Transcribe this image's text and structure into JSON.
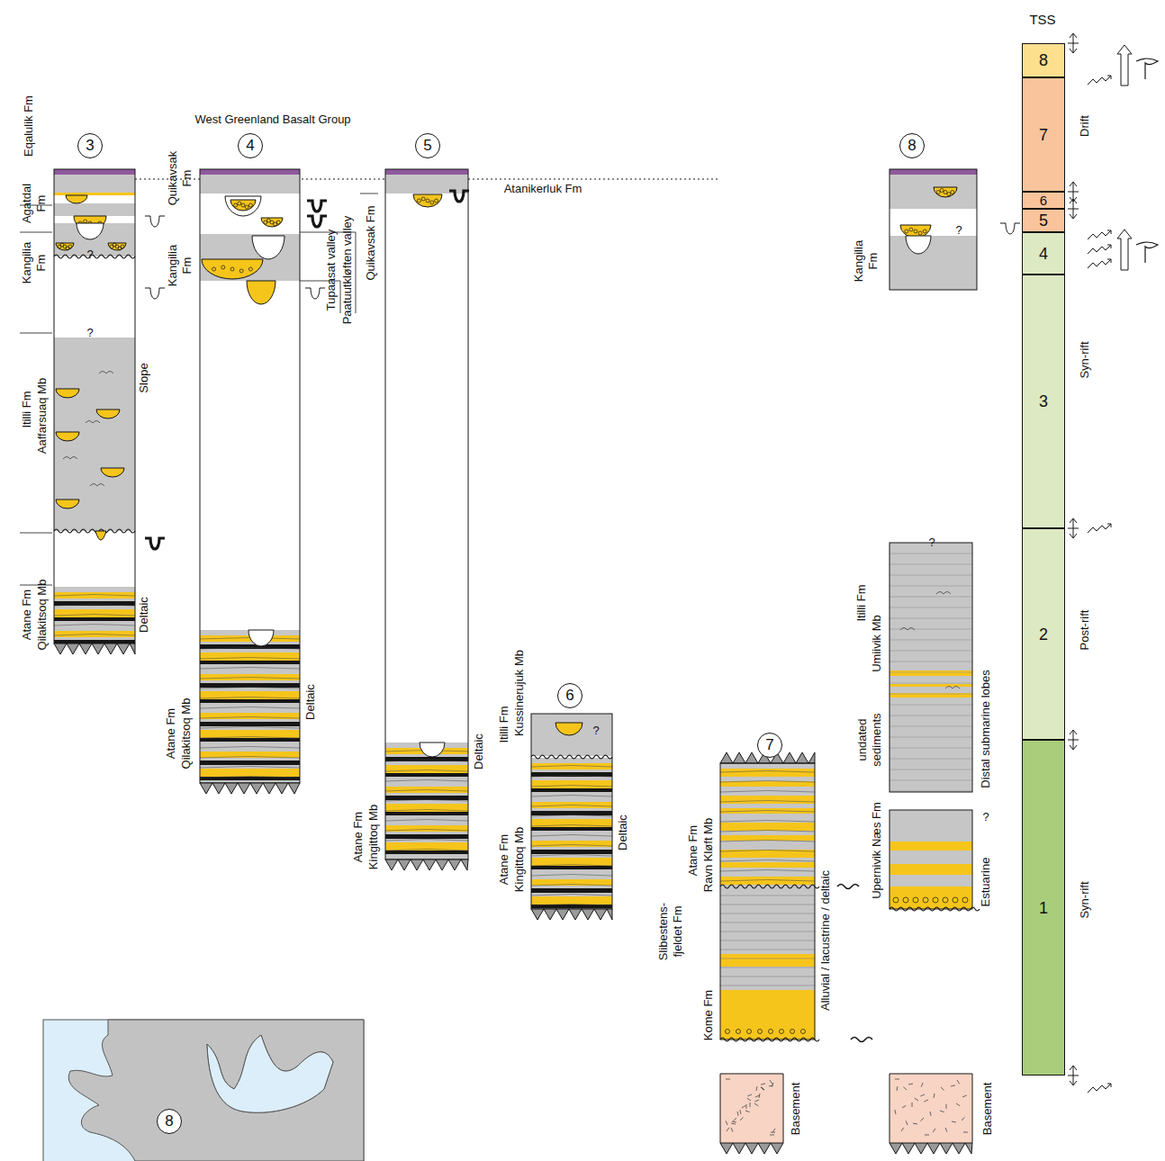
{
  "diagram": {
    "nodes": [
      {
        "text": [
          "3"
        ]
      },
      {
        "text": [
          "4"
        ]
      },
      {
        "text": [
          "5"
        ]
      },
      {
        "text": [
          "8"
        ]
      },
      {
        "text": [
          "8"
        ]
      },
      {
        "text": [
          "7"
        ]
      },
      {
        "text": [
          "6"
        ]
      },
      {
        "text": [
          "5"
        ]
      },
      {
        "text": [
          "4"
        ]
      },
      {
        "text": [
          "3"
        ]
      },
      {
        "text": [
          "2"
        ]
      },
      {
        "text": [
          "1"
        ]
      },
      {
        "text": [
          "6"
        ]
      },
      {
        "text": [
          "7"
        ]
      },
      {
        "text": [
          "8"
        ]
      }
    ],
    "labels": [
      "TSS",
      "Drift",
      "Syn-rift",
      "Post-rift",
      "Syn-rift",
      "West Greenland Basalt Group",
      "Eqalulik Fm",
      "Agatdal Fm",
      "Kangilia Fm",
      "Itilli Fm",
      "Aaffarsuaq Mb",
      "Slope",
      "Atane Fm",
      "Qilakitsoq Mb",
      "Deltaic",
      "?",
      "?",
      "Quikavsak Fm",
      "Kangilia Fm",
      "Tupaasat valley",
      "Paatuutkløften valley",
      "Quikavsak Fm",
      "Atanikerluk Fm",
      "Atane Fm",
      "Qilakitsoq Mb",
      "Deltaic",
      "Atane Fm",
      "Kingittoq Mb",
      "Deltaic",
      "Itilli Fm",
      "Kussinerujuk Mb",
      "?",
      "Atane Fm",
      "Kingittoq Mb",
      "Deltaic",
      "Atane Fm",
      "Ravn Kløft Mb",
      "Slibestens-fjeldet Fm",
      "Kome Fm",
      "Alluvial / lacustrine / deltaic",
      "Basement",
      "Itilli Fm",
      "Umiivik Mb",
      "undated sediments",
      "Distal submarine lobes",
      "?",
      "Upernivik Næs Fm",
      "?",
      "Estuarine",
      "Basement",
      "Kangilia Fm",
      "?"
    ]
  }
}
